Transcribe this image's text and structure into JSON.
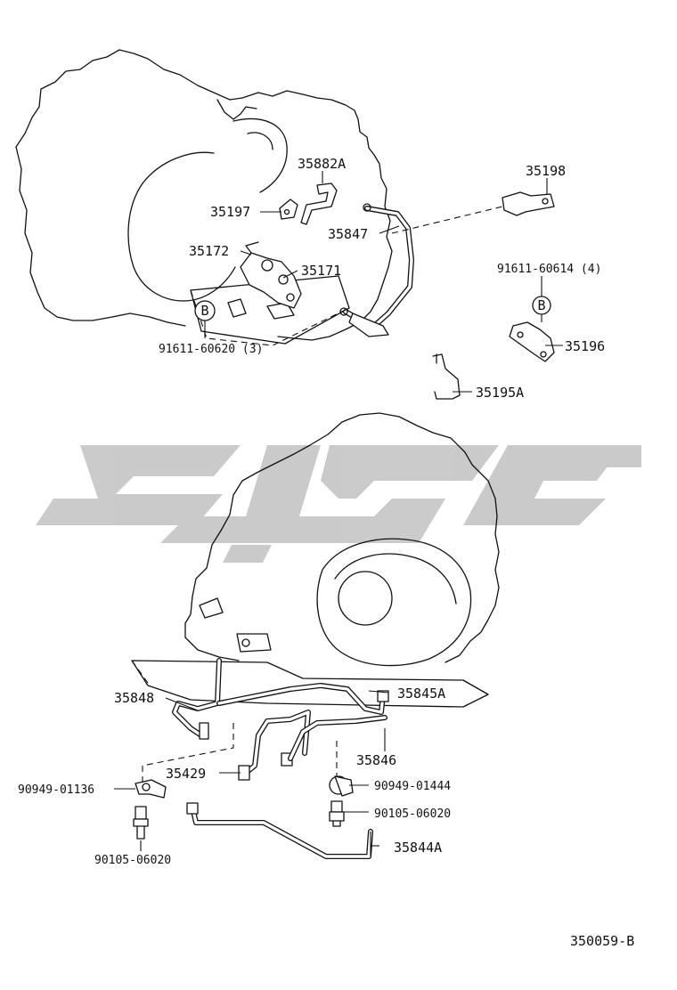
{
  "labels": {
    "p35882A": "35882A",
    "p35198": "35198",
    "p35197": "35197",
    "p35847": "35847",
    "p35172": "35172",
    "p35171": "35171",
    "p91611_60614": "91611-60614 (4)",
    "p91611_60620": "91611-60620 (3)",
    "p35196": "35196",
    "p35195A": "35195A",
    "p35848": "35848",
    "p35845A": "35845A",
    "p35846": "35846",
    "p35429": "35429",
    "p90949_01136": "90949-01136",
    "p90949_01444": "90949-01444",
    "p90105_06020_left": "90105-06020",
    "p90105_06020_right": "90105-06020",
    "p35844A": "35844A"
  },
  "markers": {
    "b_right": "B",
    "b_left": "B"
  },
  "drawing_number": "350059-B",
  "colors": {
    "line": "#111111",
    "watermark": "#c8c8c8"
  }
}
